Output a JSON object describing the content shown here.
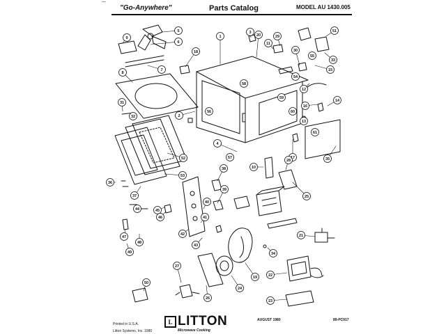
{
  "header": {
    "left": "\"Go-Anywhere\"",
    "center": "Parts Catalog",
    "right": "MODEL AU 1430.005"
  },
  "corner_mark": "—",
  "callouts": [
    "1",
    "2",
    "3",
    "4",
    "5",
    "6",
    "7",
    "8",
    "9",
    "10",
    "11",
    "12",
    "13",
    "14",
    "15",
    "16",
    "17",
    "18",
    "19",
    "20",
    "21",
    "22",
    "23",
    "24",
    "25",
    "26",
    "27",
    "28",
    "29",
    "30",
    "31",
    "32",
    "33",
    "34",
    "35",
    "36",
    "37",
    "38",
    "39",
    "40",
    "41",
    "42",
    "43",
    "44",
    "45",
    "46",
    "47",
    "48",
    "49",
    "50",
    "51",
    "52",
    "53",
    "54",
    "55",
    "56",
    "57",
    "58",
    "59",
    "60",
    "61"
  ],
  "footer": {
    "printed": "Printed in U.S.A.",
    "copyright": "Litton Systems, Inc. 1980",
    "logo_box": "L",
    "logo_word": "LITTON",
    "logo_sub": "Microwave Cooking",
    "date": "AUGUST 1980",
    "code": "89-PC917"
  }
}
